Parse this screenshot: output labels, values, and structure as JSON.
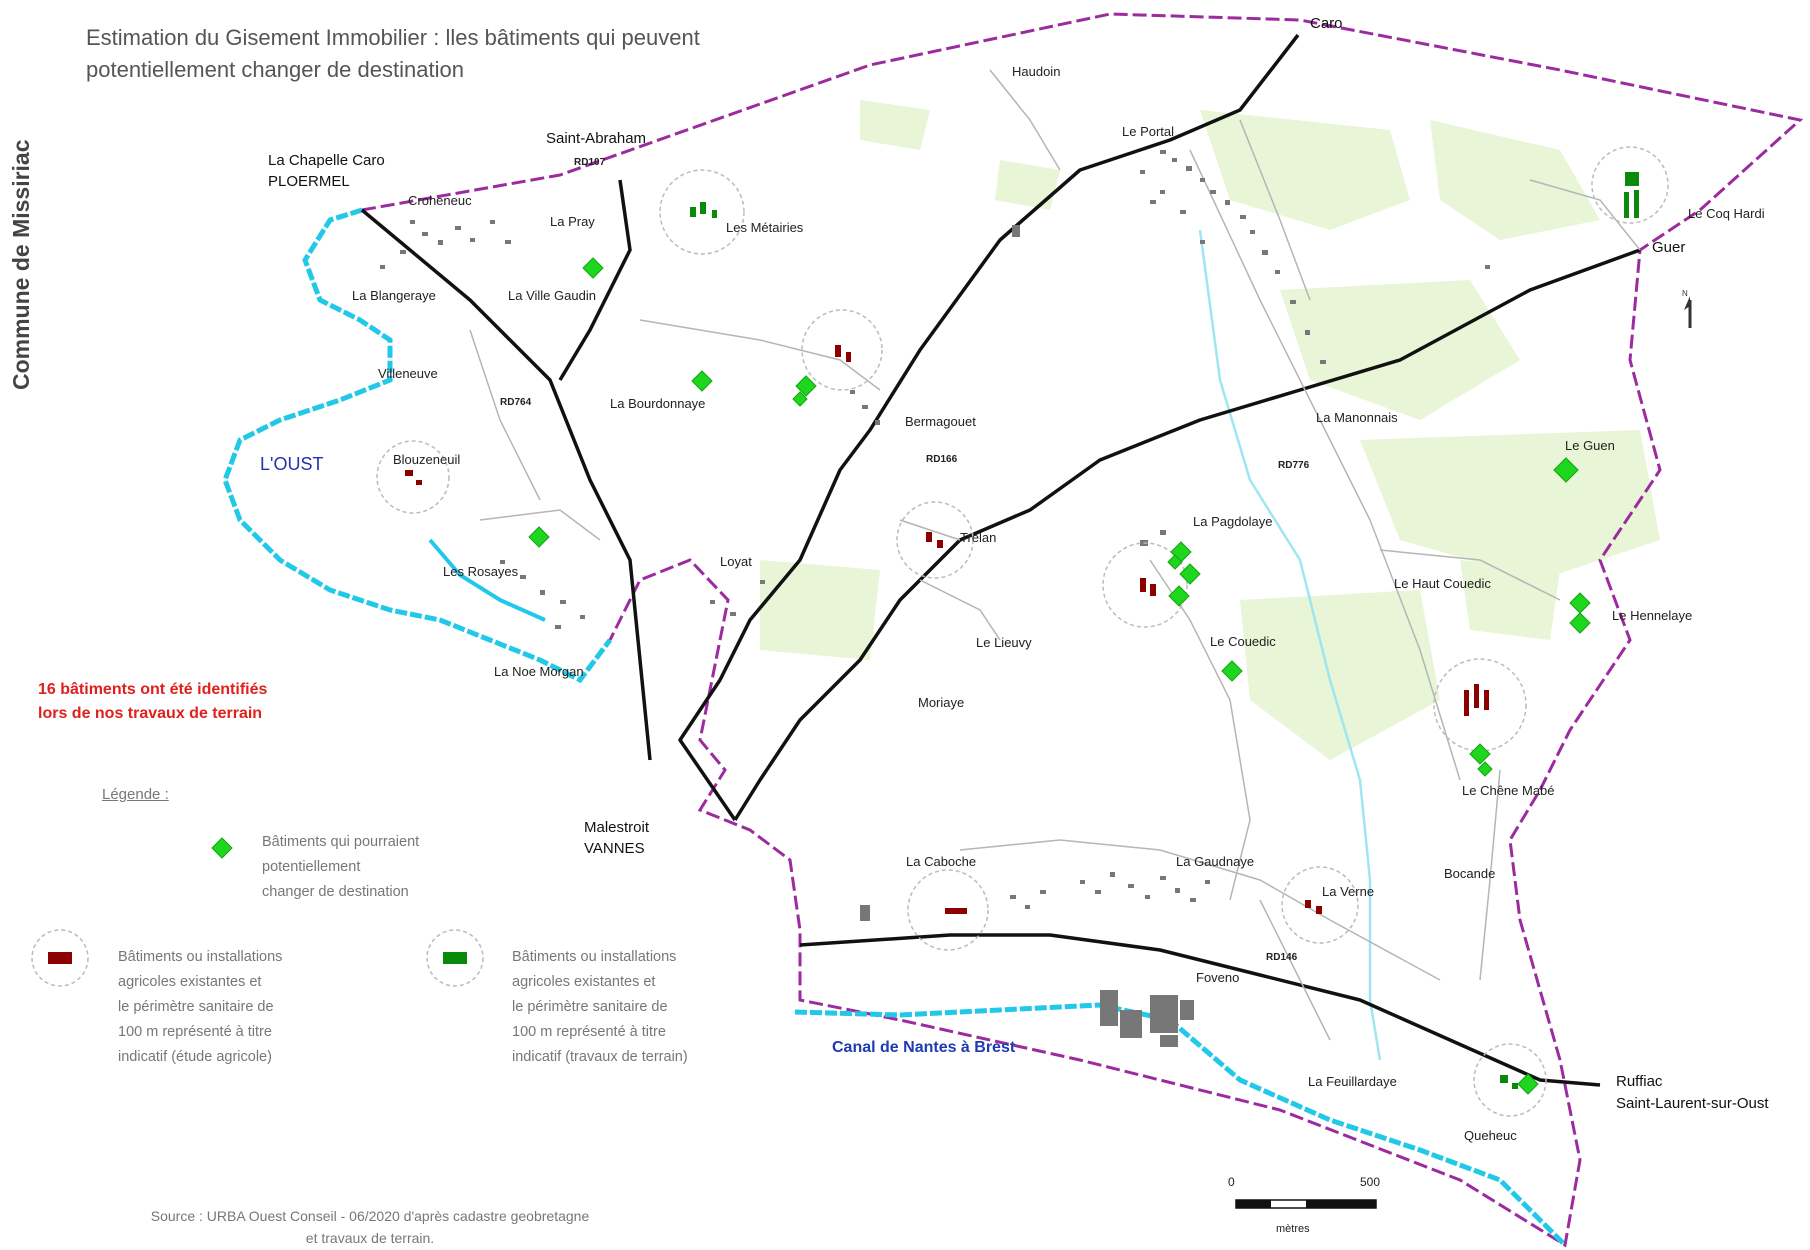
{
  "title_line1": "Estimation du Gisement Immobilier : lles bâtiments qui peuvent",
  "title_line2": "potentiellement changer de destination",
  "vertical_label": "Commune de Missiriac",
  "count_line1": "16 bâtiments ont été identifiés",
  "count_line2": "lors de nos travaux de terrain",
  "legend": {
    "title": "Légende :",
    "item1": [
      "Bâtiments qui pourraient",
      "potentiellement",
      "changer de destination"
    ],
    "item2": [
      "Bâtiments ou installations",
      "agricoles existantes et",
      "le périmètre sanitaire de",
      "100 m représenté à titre",
      "indicatif (étude agricole)"
    ],
    "item3": [
      "Bâtiments ou installations",
      "agricoles existantes et",
      "le périmètre sanitaire de",
      "100 m représenté à titre",
      "indicatif (travaux de terrain)"
    ]
  },
  "source_line1": "Source : URBA Ouest Conseil - 06/2020 d'après cadastre geobretagne",
  "source_line2": "et travaux de terrain.",
  "scale": {
    "zero": "0",
    "max": "500",
    "unit": "mètres"
  },
  "colors": {
    "boundary": "#9b2b9e",
    "road": "#111111",
    "river": "#22c8e8",
    "green_fields": "#e8f5d6",
    "candidate": "#1fd61f",
    "agri_study": "#8b0000",
    "agri_field": "#0a8a0a"
  },
  "external_places": {
    "caro": "Caro",
    "guer": "Guer",
    "la_chapelle": "La Chapelle Caro",
    "ploermel": "PLOERMEL",
    "saint_abraham": "Saint-Abraham",
    "malestroit": "Malestroit",
    "vannes": "VANNES",
    "ruffiac": "Ruffiac",
    "saint_laurent": "Saint-Laurent-sur-Oust"
  },
  "water": {
    "oust": "L'OUST",
    "canal": "Canal de Nantes à Brest"
  },
  "roads": {
    "rd107": "RD107",
    "rd764": "RD764",
    "rd166": "RD166",
    "rd776": "RD776",
    "rd146": "RD146"
  },
  "places": {
    "haudoin": "Haudoin",
    "le_portal": "Le Portal",
    "le_coq_hardi": "Le Coq Hardi",
    "croheneuc": "Croheneuc",
    "la_pray": "La Pray",
    "les_metairies": "Les Métairies",
    "la_blangeraye": "La Blangeraye",
    "la_ville_gaudin": "La Ville Gaudin",
    "villeneuve": "Villeneuve",
    "la_bourdonnaye": "La Bourdonnaye",
    "bermagouet": "Bermagouet",
    "la_manonnais": "La Manonnais",
    "le_guen": "Le Guen",
    "blouzeneuil": "Blouzeneuil",
    "trelan": "Trelan",
    "la_pagdolaye": "La Pagdolaye",
    "les_rosayes": "Les Rosayes",
    "loyat": "Loyat",
    "le_haut_couedic": "Le Haut Couedic",
    "le_hennelaye": "Le Hennelaye",
    "le_lieuvy": "Le Lieuvy",
    "le_couedic": "Le Couedic",
    "la_noe_morgan": "La Noe Morgan",
    "moriaye": "Moriaye",
    "le_chene_mabe": "Le Chêne Mabé",
    "la_caboche": "La Caboche",
    "la_gaudnaye": "La Gaudnaye",
    "bocande": "Bocande",
    "la_verne": "La Verne",
    "foveno": "Foveno",
    "la_feuillardaye": "La Feuillardaye",
    "queheuc": "Queheuc"
  }
}
